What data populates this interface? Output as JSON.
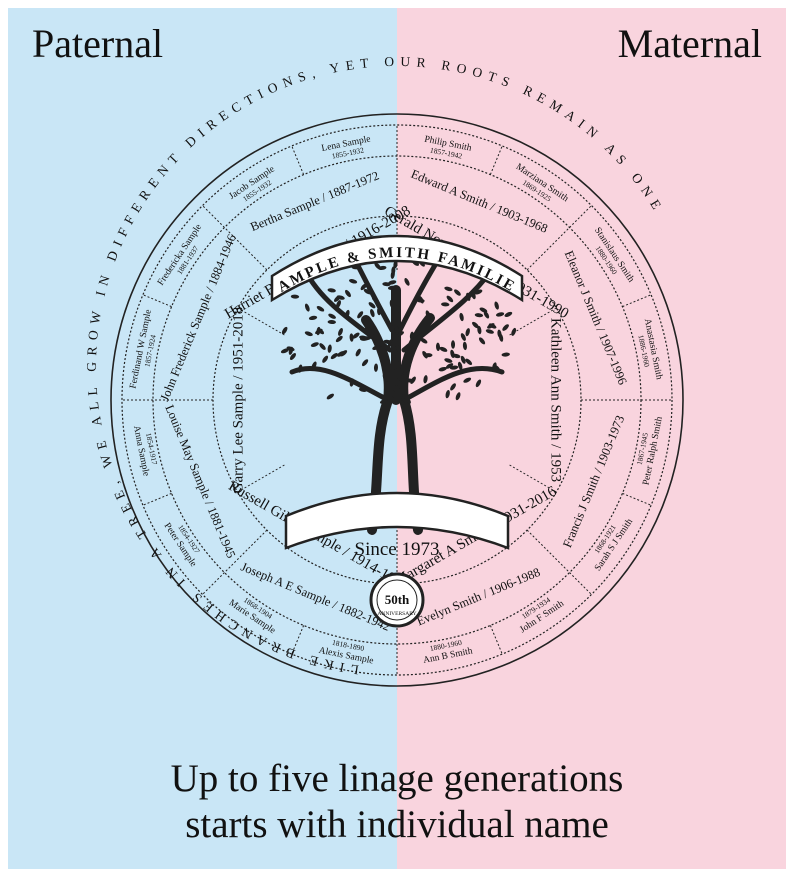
{
  "headers": {
    "paternal": "Paternal",
    "maternal": "Maternal"
  },
  "ring_text": "LIKE BRANCHES IN A TREE, WE ALL GROW IN DIFFERENT DIRECTIONS, YET OUR ROOTS REMAIN AS ONE",
  "banner": "SAMPLE & SMITH FAMILIES",
  "since": "Since 1973",
  "badge": {
    "top": "50th",
    "bottom": "ANNIVERSARY"
  },
  "caption": [
    "Up to five linage generations",
    "starts with individual name"
  ],
  "ring1": [
    {
      "name": "Gerald Norman Smith / 1931-1990"
    },
    {
      "name": "Kathleen Ann Smith / 1953"
    },
    {
      "name": "Margaret A Smith / 1931-2016"
    },
    {
      "name": "Russell Giles Sample / 1914-1987"
    },
    {
      "name": "Garry Lee Sample / 1951-2018"
    },
    {
      "name": "Harriet Bertha Sample / 1916-2008"
    }
  ],
  "ring2": [
    {
      "name": "Edward A Smith / 1903-1968"
    },
    {
      "name": "Eleanor J Smith / 1907-1996"
    },
    {
      "name": "Francis J Smith / 1903-1973"
    },
    {
      "name": "Evelyn Smith / 1906-1988"
    },
    {
      "name": "Joseph A E Sample / 1882-1942"
    },
    {
      "name": "Louise May Sample / 1881-1945"
    },
    {
      "name": "John Frederick Sample / 1884-1946"
    },
    {
      "name": "Bertha Sample / 1887-1972"
    }
  ],
  "ring3": [
    {
      "name": "Philip Smith",
      "years": "1857-1942"
    },
    {
      "name": "Marziana Smith",
      "years": "1869-1925"
    },
    {
      "name": "Stanislaus Smith",
      "years": "1880-1960"
    },
    {
      "name": "Anastasia Smith",
      "years": "1886-1960"
    },
    {
      "name": "Peter Ralph Smith",
      "years": "1867-1945"
    },
    {
      "name": "Sarah S J Smith",
      "years": "1868-1921"
    },
    {
      "name": "John F Smith",
      "years": "1879-1934"
    },
    {
      "name": "Ann B Smith",
      "years": "1880-1960"
    },
    {
      "name": "Alexis Sample",
      "years": "1818-1890"
    },
    {
      "name": "Marie Sample",
      "years": "1868-1904"
    },
    {
      "name": "Peter Sample",
      "years": "1854-1927"
    },
    {
      "name": "Anna Sample",
      "years": "1854-1917"
    },
    {
      "name": "Ferdinand W Sample",
      "years": "1857-1924"
    },
    {
      "name": "Fredericka Sample",
      "years": "1881-1937"
    },
    {
      "name": "Jacob Sample",
      "years": "1855-1932"
    },
    {
      "name": "Lena Sample",
      "years": "1855-1932"
    }
  ]
}
